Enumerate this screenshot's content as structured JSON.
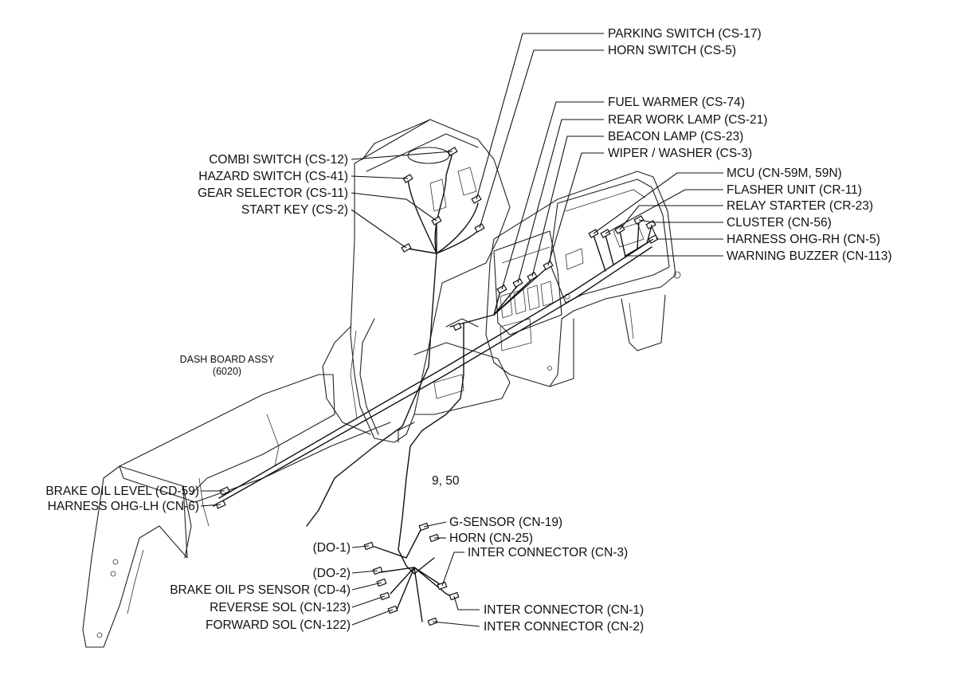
{
  "labels_right_top": [
    {
      "id": "parking-switch",
      "text": "PARKING SWITCH (CS-17)"
    },
    {
      "id": "horn-switch",
      "text": "HORN SWITCH (CS-5)"
    },
    {
      "id": "fuel-warmer",
      "text": "FUEL WARMER (CS-74)"
    },
    {
      "id": "rear-work-lamp",
      "text": "REAR WORK LAMP (CS-21)"
    },
    {
      "id": "beacon-lamp",
      "text": "BEACON LAMP (CS-23)"
    },
    {
      "id": "wiper-washer",
      "text": "WIPER / WASHER (CS-3)"
    }
  ],
  "labels_right_mid": [
    {
      "id": "mcu",
      "text": "MCU (CN-59M, 59N)"
    },
    {
      "id": "flasher-unit",
      "text": "FLASHER UNIT (CR-11)"
    },
    {
      "id": "relay-starter",
      "text": "RELAY STARTER (CR-23)"
    },
    {
      "id": "cluster",
      "text": "CLUSTER (CN-56)"
    },
    {
      "id": "harness-ohg-rh",
      "text": "HARNESS OHG-RH (CN-5)"
    },
    {
      "id": "warning-buzzer",
      "text": "WARNING BUZZER (CN-113)"
    }
  ],
  "labels_left_top": [
    {
      "id": "combi-switch",
      "text": "COMBI SWITCH (CS-12)"
    },
    {
      "id": "hazard-switch",
      "text": "HAZARD SWITCH (CS-41)"
    },
    {
      "id": "gear-selector",
      "text": "GEAR SELECTOR (CS-11)"
    },
    {
      "id": "start-key",
      "text": "START KEY (CS-2)"
    }
  ],
  "assembly": {
    "name": "DASH BOARD ASSY",
    "code": "(6020)"
  },
  "harness_ref": "9, 50",
  "labels_left_bottom": [
    {
      "id": "brake-oil-level",
      "text": "BRAKE OIL LEVEL (CD-59)"
    },
    {
      "id": "harness-ohg-lh",
      "text": "HARNESS OHG-LH (CN-6)"
    }
  ],
  "labels_bottom_left": [
    {
      "id": "do-1",
      "text": "(DO-1)"
    },
    {
      "id": "do-2",
      "text": "(DO-2)"
    },
    {
      "id": "brake-oil-ps-sensor",
      "text": "BRAKE OIL PS SENSOR (CD-4)"
    },
    {
      "id": "reverse-sol",
      "text": "REVERSE SOL (CN-123)"
    },
    {
      "id": "forward-sol",
      "text": "FORWARD SOL (CN-122)"
    }
  ],
  "labels_bottom_right": [
    {
      "id": "g-sensor",
      "text": "G-SENSOR (CN-19)"
    },
    {
      "id": "horn",
      "text": "HORN (CN-25)"
    },
    {
      "id": "inter-connector-cn3",
      "text": "INTER CONNECTOR (CN-3)"
    },
    {
      "id": "inter-connector-cn1",
      "text": "INTER CONNECTOR (CN-1)"
    },
    {
      "id": "inter-connector-cn2",
      "text": "INTER CONNECTOR (CN-2)"
    }
  ]
}
